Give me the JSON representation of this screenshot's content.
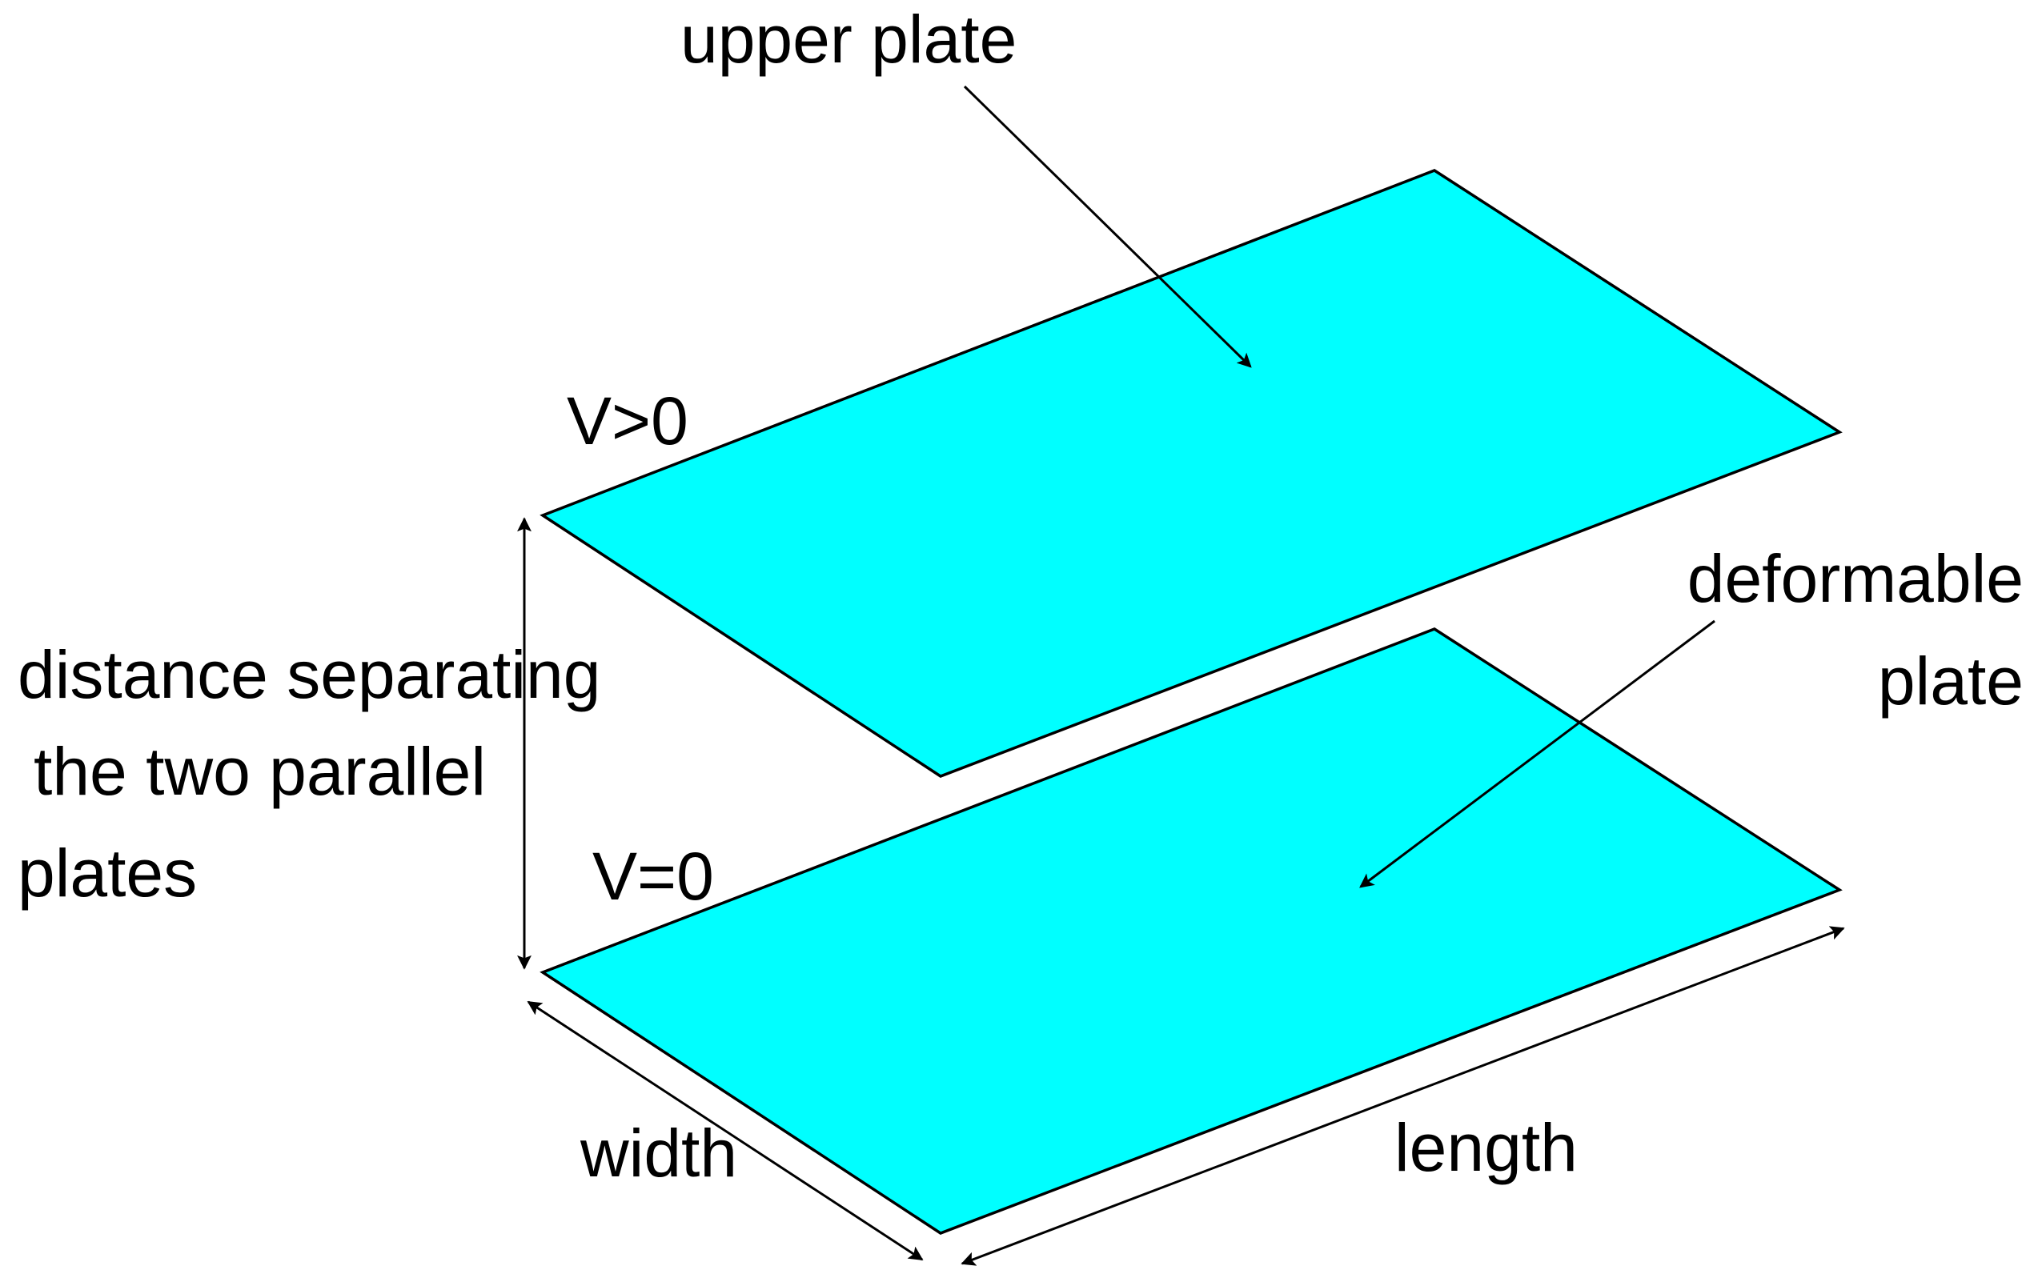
{
  "labels": {
    "upper_plate": "upper plate",
    "upper_voltage": "V>0",
    "lower_voltage": "V=0",
    "deformable_line1": "deformable",
    "deformable_line2": "plate",
    "distance_line1": "distance separating",
    "distance_line2": "the two parallel",
    "distance_line3": "plates",
    "width": "width",
    "length": "length"
  },
  "colors": {
    "plate_fill": "#00FFFF",
    "outline": "#000000",
    "background": "#FFFFFF"
  }
}
